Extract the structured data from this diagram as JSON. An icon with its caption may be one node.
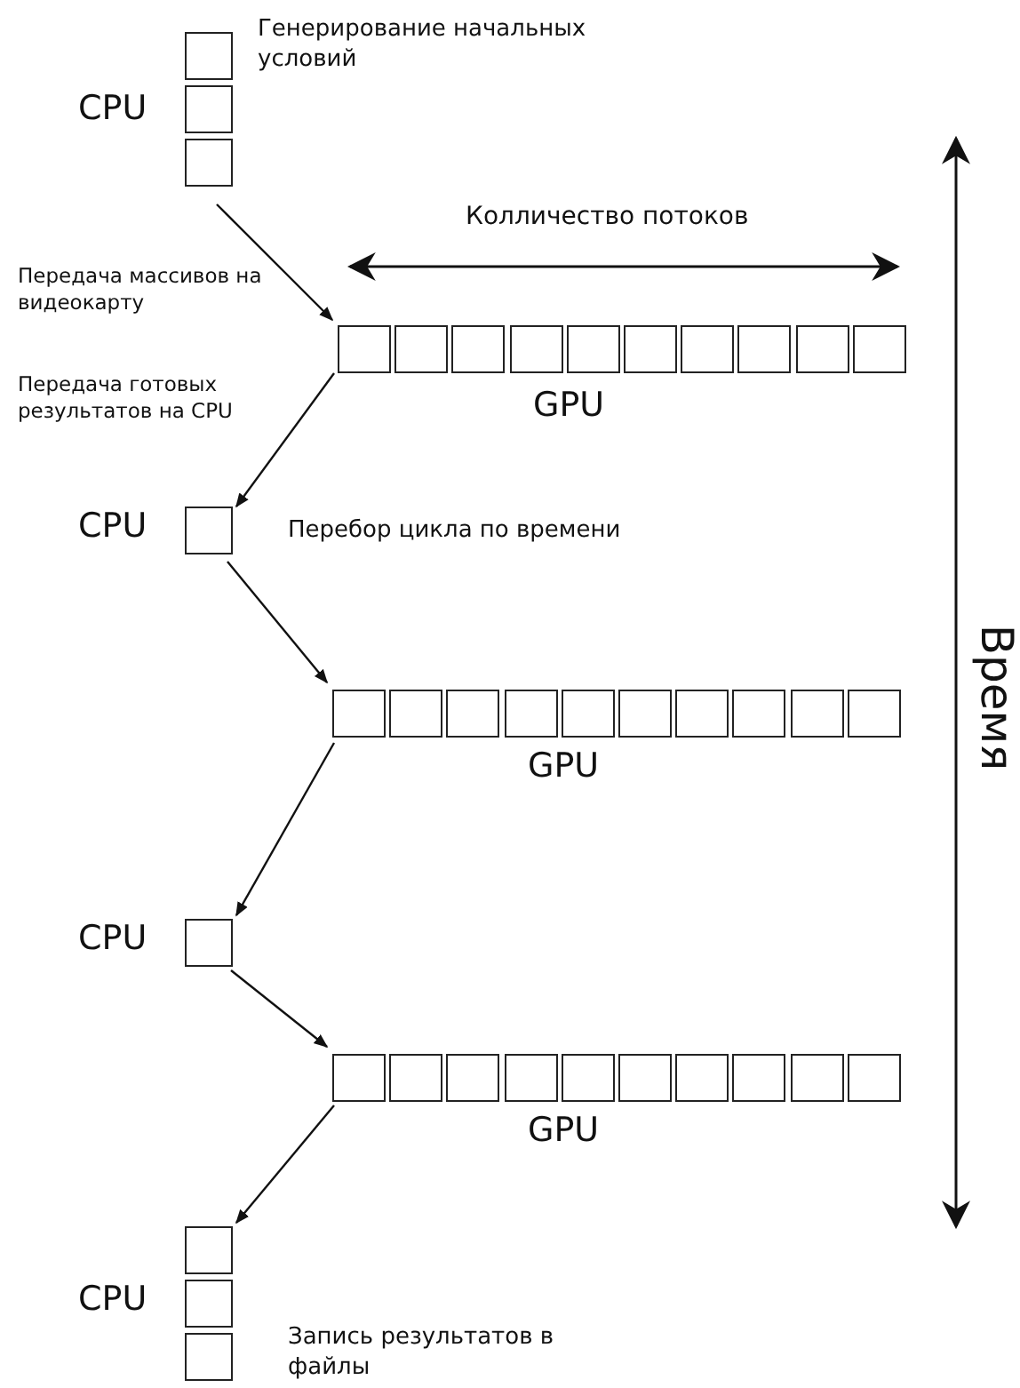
{
  "diagram": {
    "nodes": [
      {
        "text": [
          "CPU"
        ],
        "beside": [
          "Генерирование начальных условий"
        ]
      },
      {
        "text": [
          "GPU"
        ]
      },
      {
        "text": [
          "CPU"
        ],
        "beside": [
          "Перебор цикла по времени"
        ]
      },
      {
        "text": [
          "GPU"
        ]
      },
      {
        "text": [
          "CPU"
        ]
      },
      {
        "text": [
          "GPU"
        ]
      },
      {
        "text": [
          "CPU"
        ],
        "beside": [
          "Запись результатов в файлы"
        ]
      }
    ],
    "edges": [
      {
        "from": 0,
        "to": 1,
        "arrow": "to",
        "label": "Передача массивов на видеокарту"
      },
      {
        "from": 1,
        "to": 2,
        "arrow": "to",
        "label": "Передача готовых результатов на CPU"
      },
      {
        "from": 2,
        "to": 3,
        "arrow": "to"
      },
      {
        "from": 3,
        "to": 4,
        "arrow": "to"
      },
      {
        "from": 4,
        "to": 5,
        "arrow": "to"
      },
      {
        "from": 5,
        "to": 6,
        "arrow": "to"
      }
    ],
    "labels": [
      "Колличество потоков",
      "Время"
    ]
  }
}
